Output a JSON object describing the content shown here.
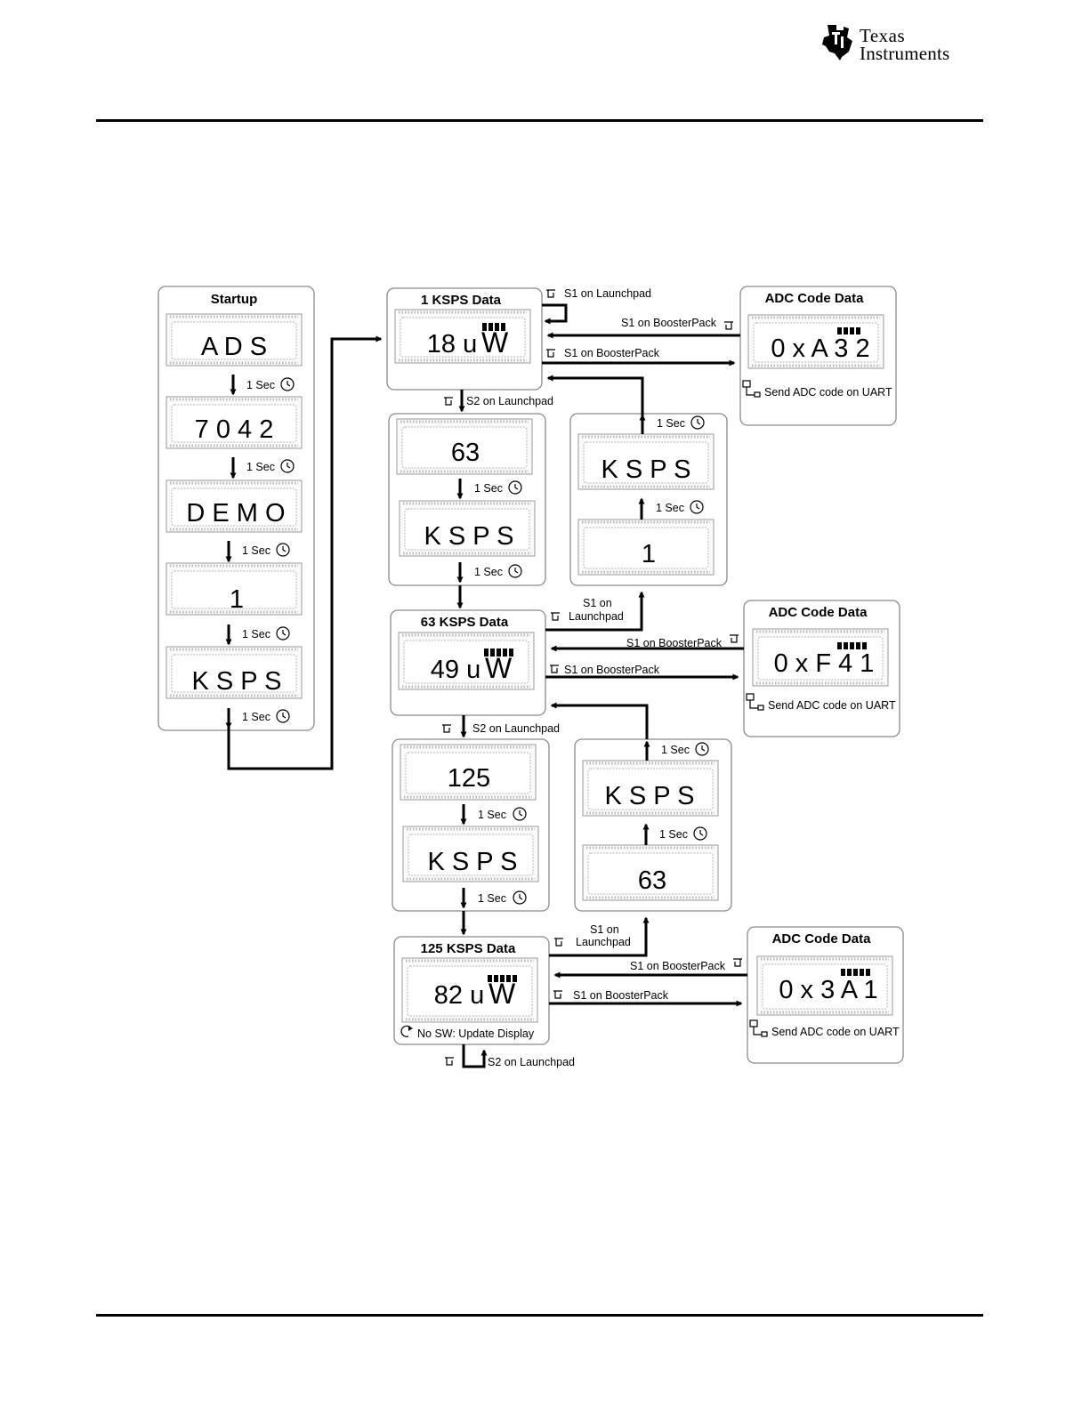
{
  "brand": {
    "line1": "Texas",
    "line2": "Instruments"
  },
  "panels": {
    "startup": {
      "title": "Startup",
      "screens": [
        "A D S",
        "7 0 4 2",
        "D E M O",
        "1",
        "K S P S"
      ]
    },
    "ksps1": {
      "title": "1 KSPS Data",
      "value": "18 u",
      "unit": "W"
    },
    "seq63": [
      "63",
      "K S P S"
    ],
    "seq1": [
      "K S P S",
      "1"
    ],
    "ksps63": {
      "title": "63 KSPS Data",
      "value": "49 u",
      "unit": "W"
    },
    "seq125": [
      "125",
      "K S P S"
    ],
    "seq63b": [
      "K S P S",
      "63"
    ],
    "ksps125": {
      "title": "125 KSPS Data",
      "value": "82 u",
      "unit": "W",
      "note": "No SW: Update Display"
    },
    "adc1": {
      "title": "ADC Code Data",
      "code": "0 x A 3 2",
      "note": "Send ADC code on UART"
    },
    "adc2": {
      "title": "ADC Code Data",
      "code": "0 x F 4 1",
      "note": "Send ADC code on  UART"
    },
    "adc3": {
      "title": "ADC Code Data",
      "code": "0 x 3 A 1",
      "note": "Send ADC code on  UART"
    }
  },
  "labels": {
    "one_sec": "1 Sec",
    "s1_launchpad": "S1 on Launchpad",
    "s1_booster": "S1 on BoosterPack",
    "s2_launchpad": "S2 on Launchpad",
    "s1_on": "S1 on",
    "launchpad": "Launchpad"
  }
}
